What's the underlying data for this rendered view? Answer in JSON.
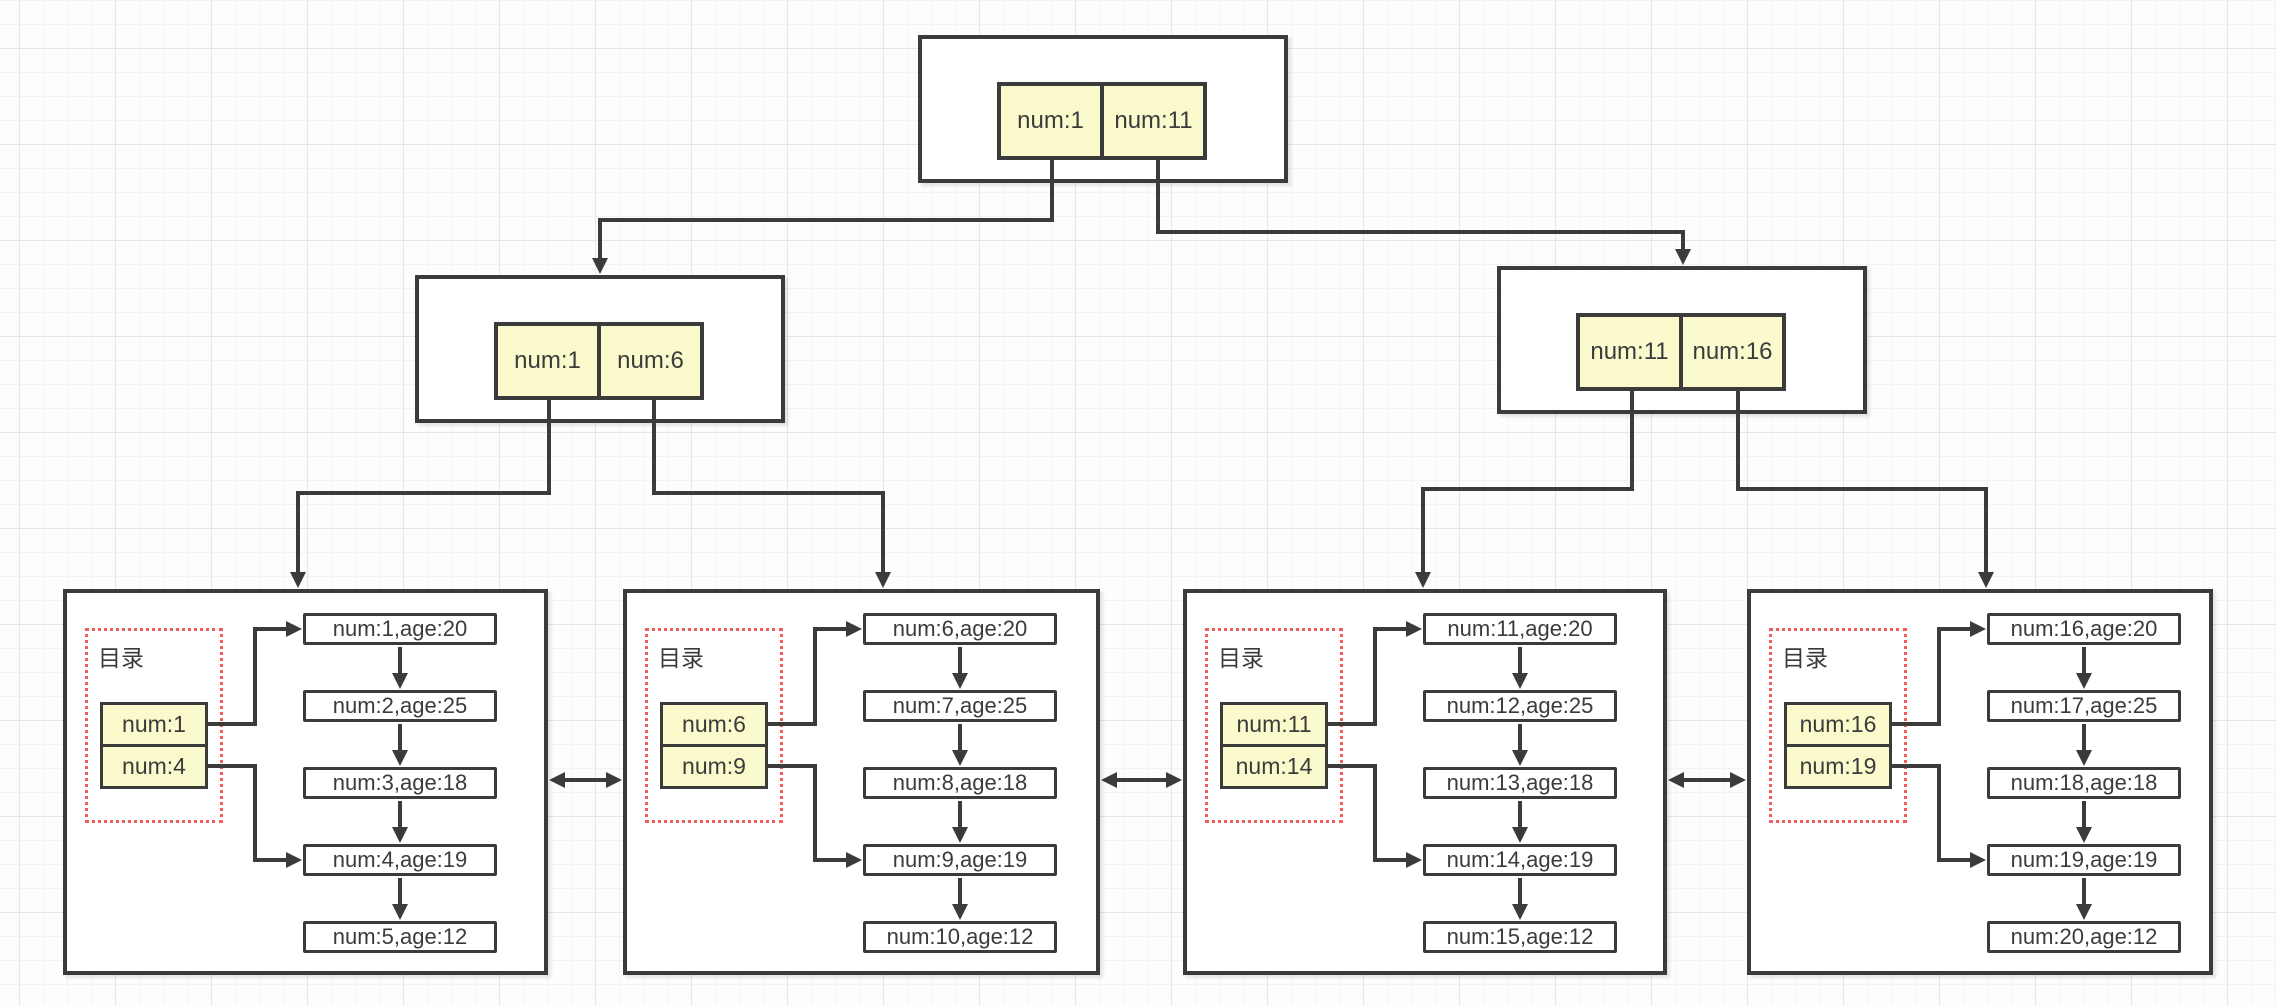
{
  "root_node": {
    "keys": [
      "num:1",
      "num:11"
    ]
  },
  "internal_nodes": [
    {
      "keys": [
        "num:1",
        "num:6"
      ]
    },
    {
      "keys": [
        "num:11",
        "num:16"
      ]
    }
  ],
  "leaf_nodes": [
    {
      "directory_label": "目录",
      "keys": [
        "num:1",
        "num:4"
      ],
      "records": [
        "num:1,age:20",
        "num:2,age:25",
        "num:3,age:18",
        "num:4,age:19",
        "num:5,age:12"
      ]
    },
    {
      "directory_label": "目录",
      "keys": [
        "num:6",
        "num:9"
      ],
      "records": [
        "num:6,age:20",
        "num:7,age:25",
        "num:8,age:18",
        "num:9,age:19",
        "num:10,age:12"
      ]
    },
    {
      "directory_label": "目录",
      "keys": [
        "num:11",
        "num:14"
      ],
      "records": [
        "num:11,age:20",
        "num:12,age:25",
        "num:13,age:18",
        "num:14,age:19",
        "num:15,age:12"
      ]
    },
    {
      "directory_label": "目录",
      "keys": [
        "num:16",
        "num:19"
      ],
      "records": [
        "num:16,age:20",
        "num:17,age:25",
        "num:18,age:18",
        "num:19,age:19",
        "num:20,age:12"
      ]
    }
  ],
  "colors": {
    "cell_fill": "#FBFACD",
    "shape_border": "#3B3B3B",
    "directory_border": "#F25C5C",
    "node_fill": "#FFFFFF"
  }
}
